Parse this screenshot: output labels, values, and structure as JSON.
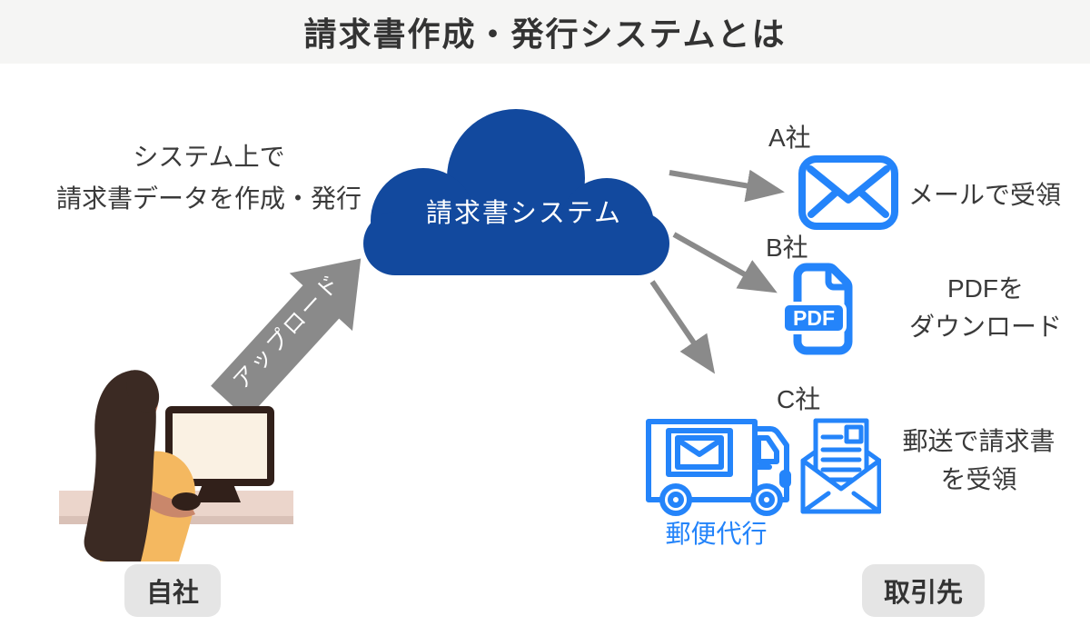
{
  "title": "請求書作成・発行システムとは",
  "colors": {
    "cloud_blue": "#12499E",
    "icon_blue": "#2484FA",
    "arrow_gray": "#8A8A8A",
    "badge_bg": "#E5E5E5",
    "text_dark": "#3A3A3A"
  },
  "sender": {
    "note_line1": "システム上で",
    "note_line2": "請求書データを作成・発行",
    "upload_arrow_label": "アップロード",
    "badge": "自社"
  },
  "cloud": {
    "label": "請求書システム"
  },
  "recipients": {
    "a": {
      "company": "A社",
      "description": "メールで受領"
    },
    "b": {
      "company": "B社",
      "description_line1": "PDFを",
      "description_line2": "ダウンロード",
      "pdf_badge": "PDF"
    },
    "c": {
      "company": "C社",
      "description_line1": "郵送で請求書",
      "description_line2": "を受領",
      "caption": "郵便代行"
    }
  },
  "receiver": {
    "badge": "取引先"
  }
}
